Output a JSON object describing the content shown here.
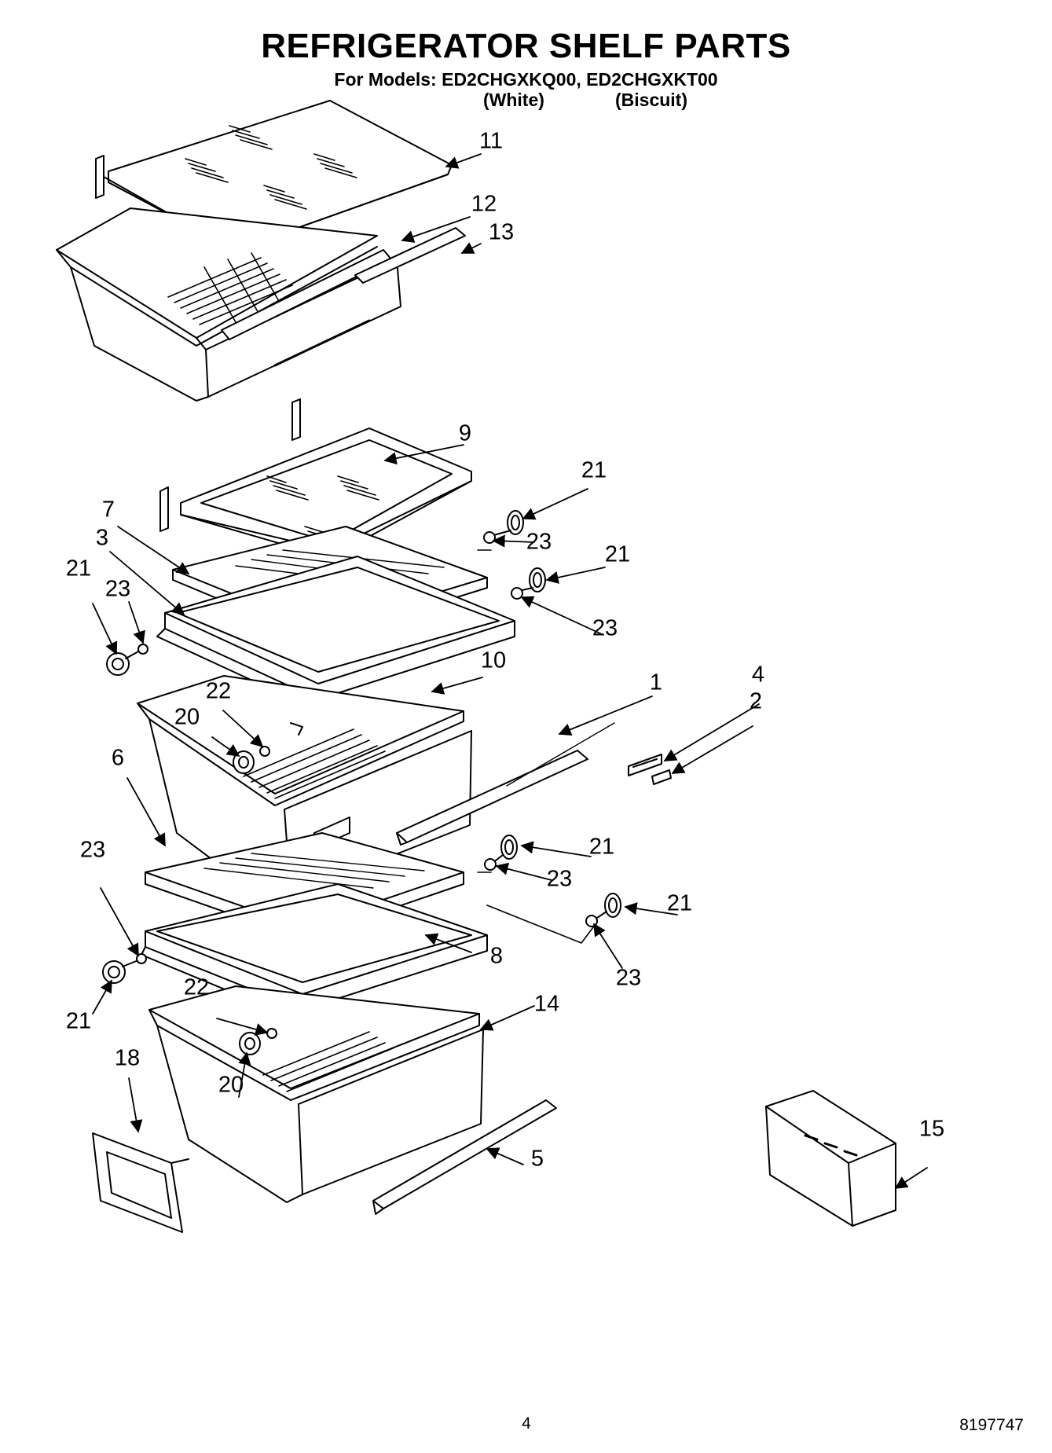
{
  "header": {
    "title": "REFRIGERATOR SHELF PARTS",
    "models_line": "For Models: ED2CHGXKQ00, ED2CHGXKT00",
    "model_notes": [
      "(White)",
      "(Biscuit)"
    ]
  },
  "callouts": [
    {
      "id": "c11",
      "label": "11"
    },
    {
      "id": "c12",
      "label": "12"
    },
    {
      "id": "c13",
      "label": "13"
    },
    {
      "id": "c9",
      "label": "9"
    },
    {
      "id": "c21a",
      "label": "21"
    },
    {
      "id": "c23a",
      "label": "23"
    },
    {
      "id": "c21b",
      "label": "21"
    },
    {
      "id": "c23b",
      "label": "23"
    },
    {
      "id": "c7",
      "label": "7"
    },
    {
      "id": "c3",
      "label": "3"
    },
    {
      "id": "c21c",
      "label": "21"
    },
    {
      "id": "c23c",
      "label": "23"
    },
    {
      "id": "c10",
      "label": "10"
    },
    {
      "id": "c22a",
      "label": "22"
    },
    {
      "id": "c20a",
      "label": "20"
    },
    {
      "id": "c1",
      "label": "1"
    },
    {
      "id": "c4",
      "label": "4"
    },
    {
      "id": "c2",
      "label": "2"
    },
    {
      "id": "c6",
      "label": "6"
    },
    {
      "id": "c21d",
      "label": "21"
    },
    {
      "id": "c23d",
      "label": "23"
    },
    {
      "id": "c21e",
      "label": "21"
    },
    {
      "id": "c23e",
      "label": "23"
    },
    {
      "id": "c23f",
      "label": "23"
    },
    {
      "id": "c21f",
      "label": "21"
    },
    {
      "id": "c8",
      "label": "8"
    },
    {
      "id": "c22b",
      "label": "22"
    },
    {
      "id": "c20b",
      "label": "20"
    },
    {
      "id": "c14",
      "label": "14"
    },
    {
      "id": "c18",
      "label": "18"
    },
    {
      "id": "c5",
      "label": "5"
    },
    {
      "id": "c15",
      "label": "15"
    }
  ],
  "footer": {
    "page_number": "4",
    "doc_number": "8197747"
  }
}
